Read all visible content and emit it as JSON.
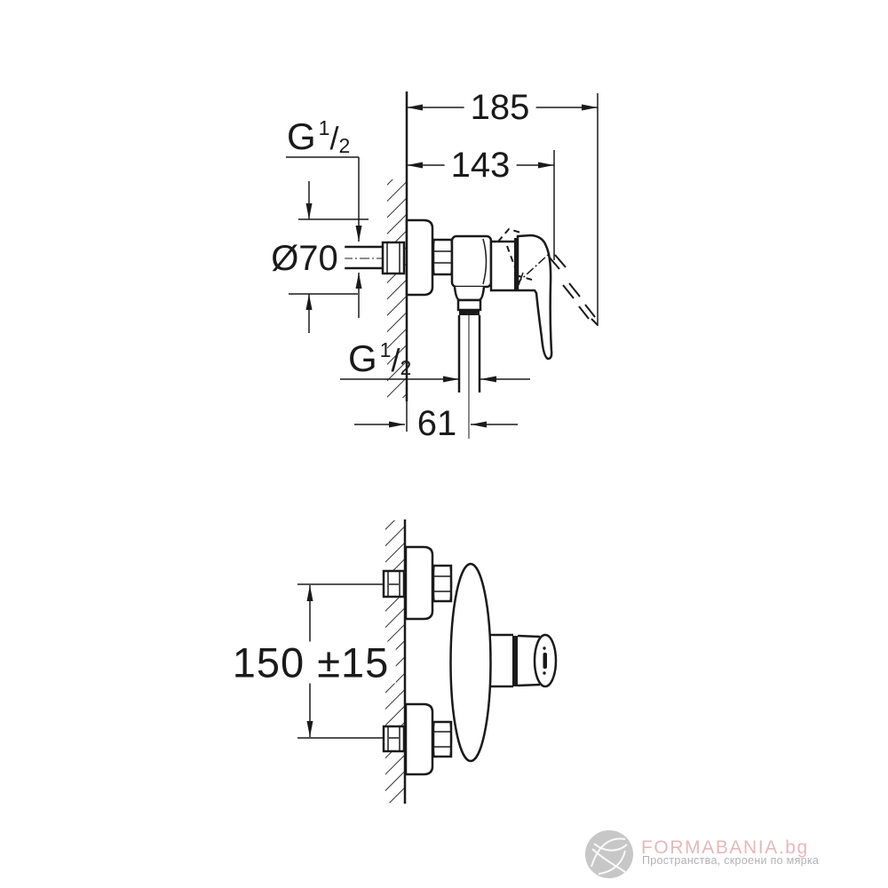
{
  "page": {
    "background": "#ffffff"
  },
  "drawing": {
    "line_color": "#1a1a1a",
    "views": [
      "side-elevation",
      "top-plan"
    ],
    "dimensions": {
      "total_depth": "185",
      "body_depth": "143",
      "escutcheon_diameter": "Ø70",
      "outlet_offset": "61",
      "mounting_distance": "150 ±15"
    },
    "thread": {
      "letter": "G",
      "numerator": "1",
      "slash": "/",
      "denominator": "2"
    }
  },
  "watermark": {
    "logo_icon": "formabania-monogram-icon",
    "logo_color": "#c7c7c7",
    "brand": "FORMABANIA.bg",
    "brand_color": "#e6b8ba",
    "tagline": "Пространства, скроени по мярка",
    "tagline_color": "#b2b2b2"
  }
}
